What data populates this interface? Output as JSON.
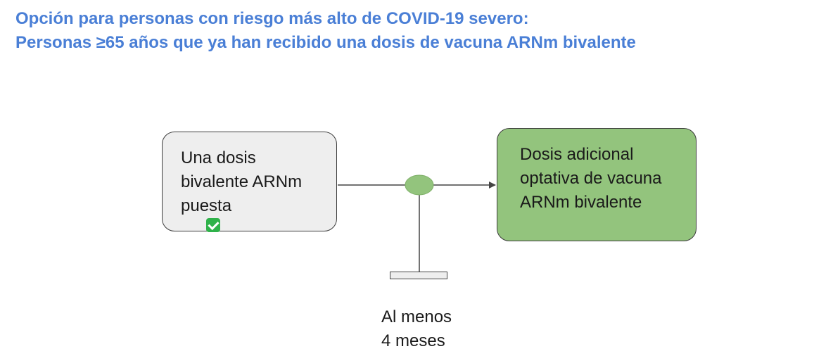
{
  "title": {
    "line1": "Opción para personas con riesgo más alto de COVID-19 severo:",
    "line2": "Personas ≥65 años que ya han recibido una dosis de vacuna ARNm bivalente"
  },
  "left_box": {
    "lines": [
      "Una dosis",
      "bivalente ARNm",
      "puesta"
    ],
    "badge_icon": "check-mark-button-icon"
  },
  "right_box": {
    "lines": [
      "Dosis adicional",
      "optativa de vacuna",
      "ARNm bivalente"
    ]
  },
  "interval": {
    "lines": [
      "Al menos",
      "4 meses"
    ]
  },
  "colors": {
    "title": "#4a7fd6",
    "left_box_fill": "#eeeeee",
    "right_box_fill": "#93c47d",
    "node_fill": "#93c47d",
    "check": "#2fb24a"
  }
}
